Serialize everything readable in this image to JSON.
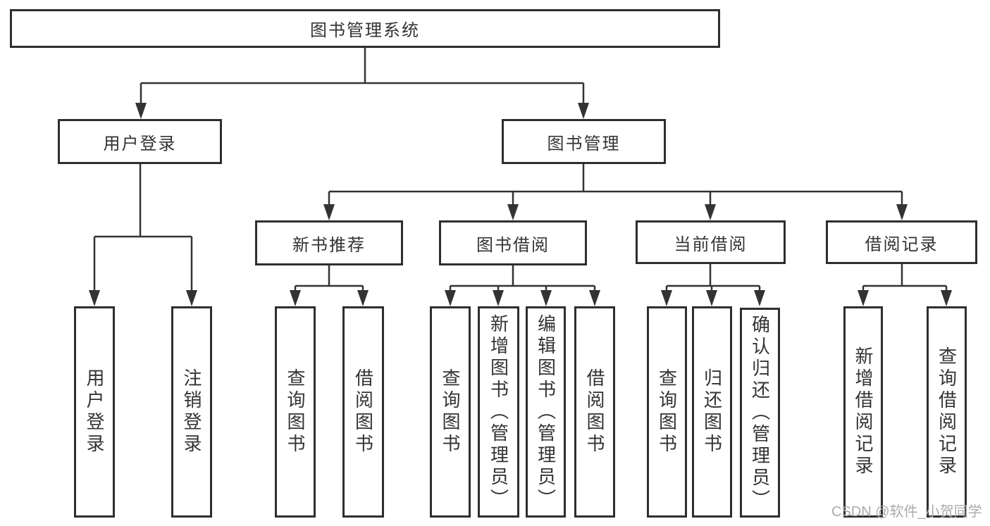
{
  "diagram": {
    "type": "tree-structure-chart",
    "title": "图书管理系统",
    "nodes": {
      "root": "图书管理系统",
      "user_login": "用户登录",
      "book_mgmt": "图书管理",
      "leaf_user_login": "用户登录",
      "leaf_logout": "注销登录",
      "new_book_rec": "新书推荐",
      "book_borrow": "图书借阅",
      "current_borrow": "当前借阅",
      "borrow_record": "借阅记录",
      "rec_query_book": "查询图书",
      "rec_borrow_book": "借阅图书",
      "bb_query_book": "查询图书",
      "bb_add_book": "新增图书（管理员）",
      "bb_edit_book": "编辑图书（管理员）",
      "bb_borrow_book": "借阅图书",
      "cb_query_book": "查询图书",
      "cb_return_book": "归还图书",
      "cb_confirm_return": "确认归还（管理员）",
      "br_add_record": "新增借阅记录",
      "br_query_record": "查询借阅记录"
    },
    "hierarchy": {
      "图书管理系统": {
        "用户登录": [
          "用户登录",
          "注销登录"
        ],
        "图书管理": {
          "新书推荐": [
            "查询图书",
            "借阅图书"
          ],
          "图书借阅": [
            "查询图书",
            "新增图书（管理员）",
            "编辑图书（管理员）",
            "借阅图书"
          ],
          "当前借阅": [
            "查询图书",
            "归还图书",
            "确认归还（管理员）"
          ],
          "借阅记录": [
            "新增借阅记录",
            "查询借阅记录"
          ]
        }
      }
    },
    "colors": {
      "background": "#ffffff",
      "box_border": "#2e2e2e",
      "box_fill": "#ffffff",
      "line": "#333333",
      "text": "#333333",
      "watermark_text": "#ababab"
    }
  },
  "watermark": "CSDN @软件_小贺同学"
}
